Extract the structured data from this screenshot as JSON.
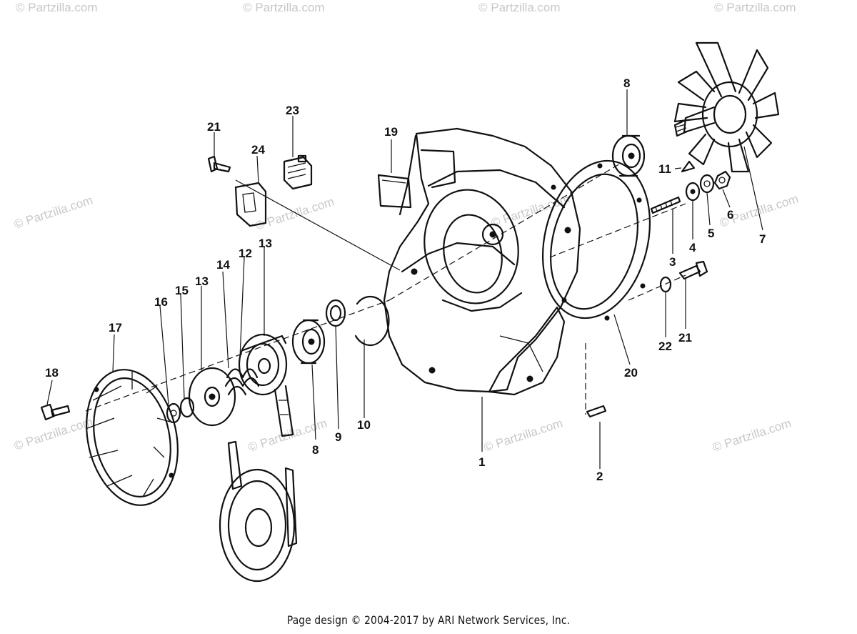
{
  "watermark": {
    "text": "© Partzilla.com",
    "color": "#c8c8c8"
  },
  "callouts": {
    "c1": "1",
    "c2": "2",
    "c3": "3",
    "c4": "4",
    "c5": "5",
    "c6": "6",
    "c7": "7",
    "c8a": "8",
    "c8b": "8",
    "c9": "9",
    "c10": "10",
    "c11": "11",
    "c12": "12",
    "c13a": "13",
    "c13b": "13",
    "c14": "14",
    "c15": "15",
    "c16": "16",
    "c17": "17",
    "c18": "18",
    "c19": "19",
    "c20": "20",
    "c21a": "21",
    "c21b": "21",
    "c22": "22",
    "c23": "23",
    "c24": "24"
  },
  "footer": {
    "copyright": "Page design © 2004-2017 by ARI Network Services, Inc."
  }
}
